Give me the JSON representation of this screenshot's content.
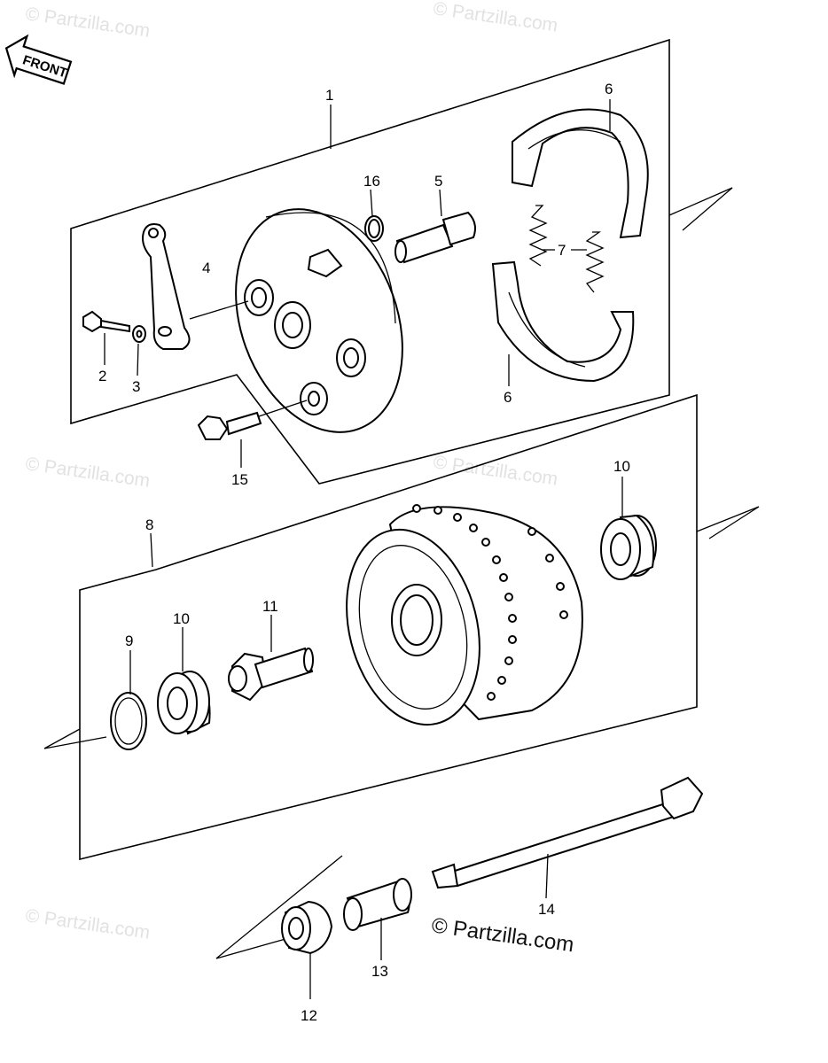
{
  "watermarks": [
    "© Partzilla.com",
    "© Partzilla.com",
    "© Partzilla.com",
    "© Partzilla.com",
    "© Partzilla.com"
  ],
  "credit": "© Partzilla.com",
  "front_badge": "FRONT",
  "callouts": {
    "c1": "1",
    "c2": "2",
    "c3": "3",
    "c4": "4",
    "c5": "5",
    "c6a": "6",
    "c6b": "6",
    "c7": "7",
    "c8": "8",
    "c9": "9",
    "c10a": "10",
    "c10b": "10",
    "c11": "11",
    "c12": "12",
    "c13": "13",
    "c14": "14",
    "c15": "15",
    "c16": "16"
  }
}
